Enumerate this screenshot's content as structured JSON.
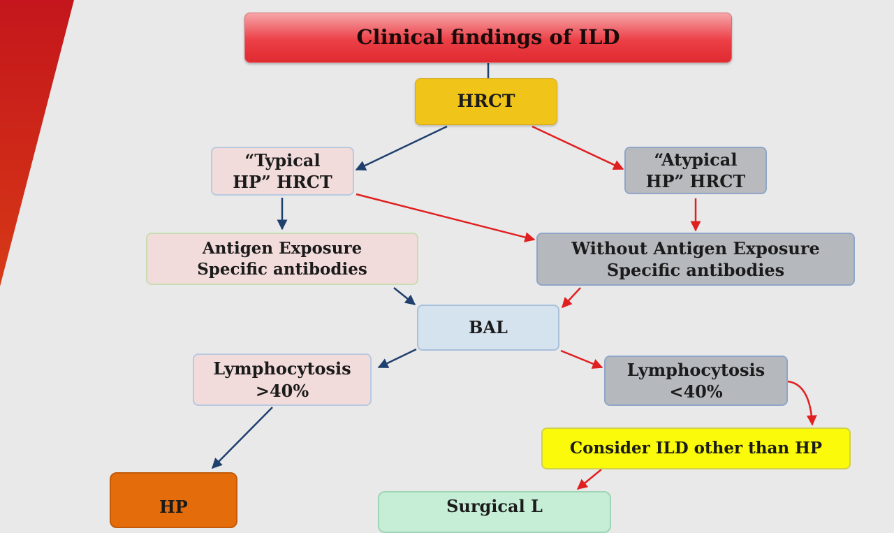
{
  "diagram": {
    "title": "Clinical findings of ILD",
    "hrct": "HRCT",
    "typical": {
      "line1": "“Typical",
      "line2": "HP” HRCT"
    },
    "atypical": {
      "line1": "“Atypical",
      "line2": "HP” HRCT"
    },
    "antigen": {
      "line1": "Antigen Exposure",
      "line2": "Specific antibodies"
    },
    "without_antigen": {
      "line1": "Without Antigen Exposure",
      "line2": "Specific antibodies"
    },
    "bal": "BAL",
    "lymph_high": {
      "line1": "Lymphocytosis",
      "line2": ">40%"
    },
    "lymph_low": {
      "line1": "Lymphocytosis",
      "line2": "<40%"
    },
    "consider": "Consider ILD other than HP",
    "hp_partial": "HP",
    "surgical_partial": "Surgical L"
  },
  "colors": {
    "stripe": "#c4161c",
    "title_box": "#e02a31",
    "hrct_box": "#f0c419",
    "arrow_blue": "#1f3f6e",
    "arrow_red": "#e02020",
    "consider_box": "#fafa0a",
    "hp_box": "#e46c0a",
    "surgical_box": "#c6eed6"
  }
}
